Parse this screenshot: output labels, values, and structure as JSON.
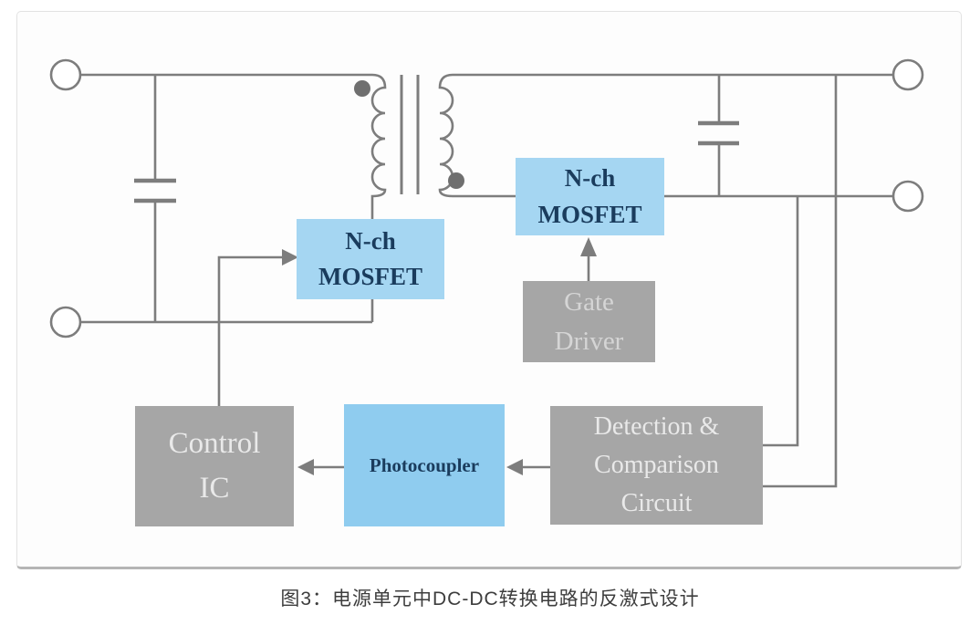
{
  "figure": {
    "caption": "图3：电源单元中DC-DC转换电路的反激式设计"
  },
  "blocks": {
    "primary_mosfet": {
      "line1": "N-ch",
      "line2": "MOSFET"
    },
    "secondary_mosfet": {
      "line1": "N-ch",
      "line2": "MOSFET"
    },
    "gate_driver": {
      "line1": "Gate",
      "line2": "Driver"
    },
    "control_ic": {
      "line1": "Control",
      "line2": "IC"
    },
    "photocoupler": {
      "label": "Photocoupler"
    },
    "detection_comparison": {
      "line1": "Detection &",
      "line2": "Comparison",
      "line3": "Circuit"
    }
  },
  "colors": {
    "block_blue": "#a5d6f2",
    "photocoupler_blue": "#8fccef",
    "block_gray": "#a6a6a6",
    "wire_gray": "#7d7d7d",
    "navy_text": "#1a3c5d",
    "light_text": "#e9e9e9",
    "caption_text": "#3d3d3d"
  }
}
